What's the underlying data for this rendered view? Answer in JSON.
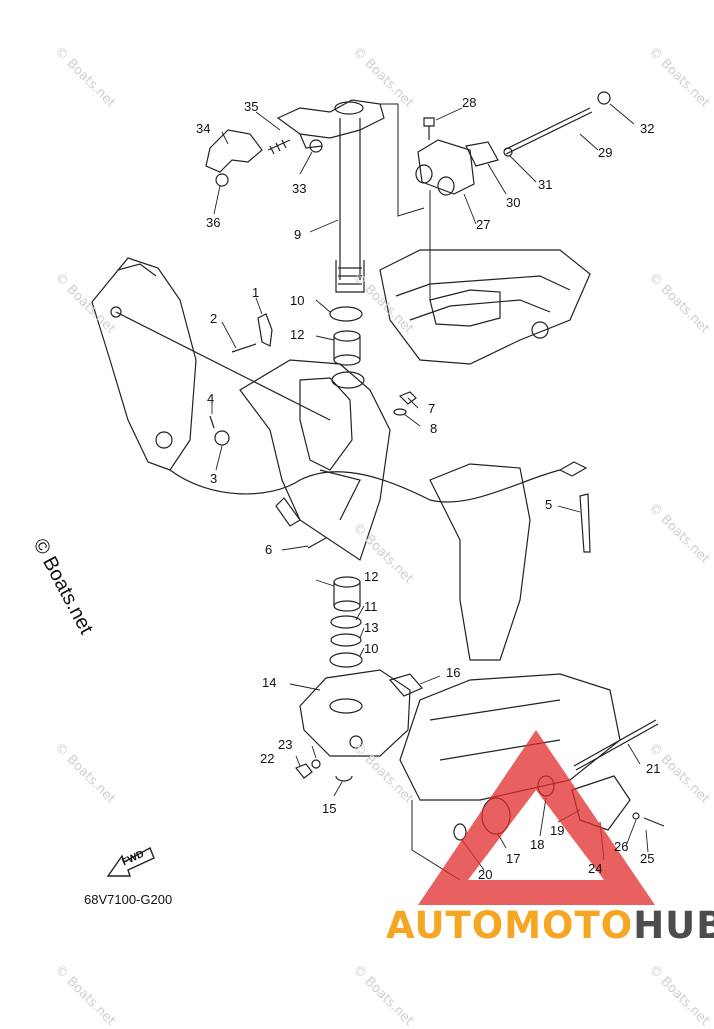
{
  "watermark": "© Boats.net",
  "copyright": "© Boats.net",
  "part_code": "68V7100-G200",
  "fwd_label": "FWD",
  "brand": {
    "part1": "AUTOMOTO",
    "part2": "HUB"
  },
  "colors": {
    "brand_orange": "#f5a623",
    "brand_gray": "#4d4d4d",
    "triangle_red": "#e02b2b",
    "line": "#222222"
  },
  "callouts": [
    "1",
    "2",
    "3",
    "4",
    "5",
    "6",
    "7",
    "8",
    "9",
    "10",
    "10",
    "10",
    "11",
    "12",
    "12",
    "13",
    "14",
    "15",
    "16",
    "17",
    "18",
    "19",
    "20",
    "21",
    "22",
    "23",
    "24",
    "25",
    "26",
    "27",
    "28",
    "29",
    "30",
    "31",
    "32",
    "33",
    "34",
    "35",
    "36"
  ]
}
